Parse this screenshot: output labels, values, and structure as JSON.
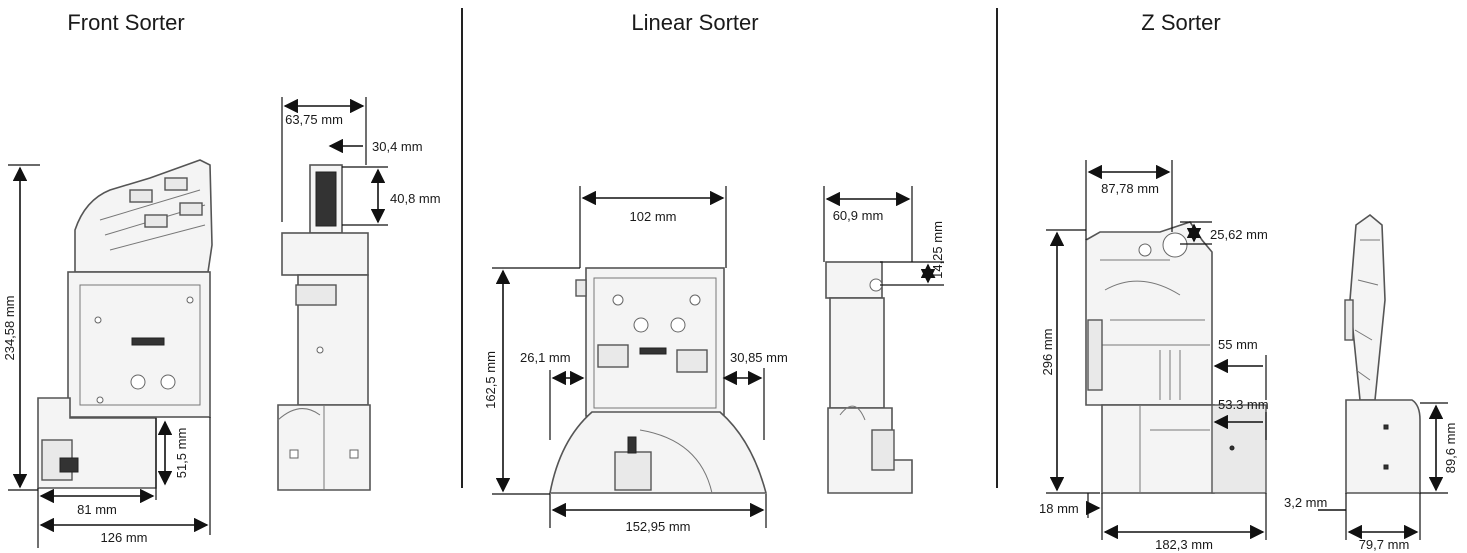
{
  "sections": {
    "front": {
      "title": "Front Sorter"
    },
    "linear": {
      "title": "Linear Sorter"
    },
    "z": {
      "title": "Z Sorter"
    }
  },
  "dimensions": {
    "front_height": "234,58 mm",
    "front_width": "126 mm",
    "front_base_width": "81 mm",
    "front_base_height": "51,5 mm",
    "front_side_depth": "63,75 mm",
    "front_side_top_width": "30,4 mm",
    "front_side_top_height": "40,8 mm",
    "linear_top_width": "102 mm",
    "linear_height": "162,5 mm",
    "linear_left_offset": "26,1 mm",
    "linear_right_offset": "30,85 mm",
    "linear_base_width": "152,95 mm",
    "linear_side_depth": "60,9 mm",
    "linear_side_top": "14,25 mm",
    "z_top_width": "87,78 mm",
    "z_top_height": "25,62 mm",
    "z_height": "296 mm",
    "z_right_a": "55 mm",
    "z_right_b": "53.3 mm",
    "z_left_offset": "18 mm",
    "z_width": "182,3 mm",
    "z_side_offset": "3,2 mm",
    "z_side_width": "79,7 mm",
    "z_side_height": "89,6 mm"
  },
  "colors": {
    "line": "#111111",
    "body_fill": "#f4f4f4",
    "outline": "#555555"
  }
}
